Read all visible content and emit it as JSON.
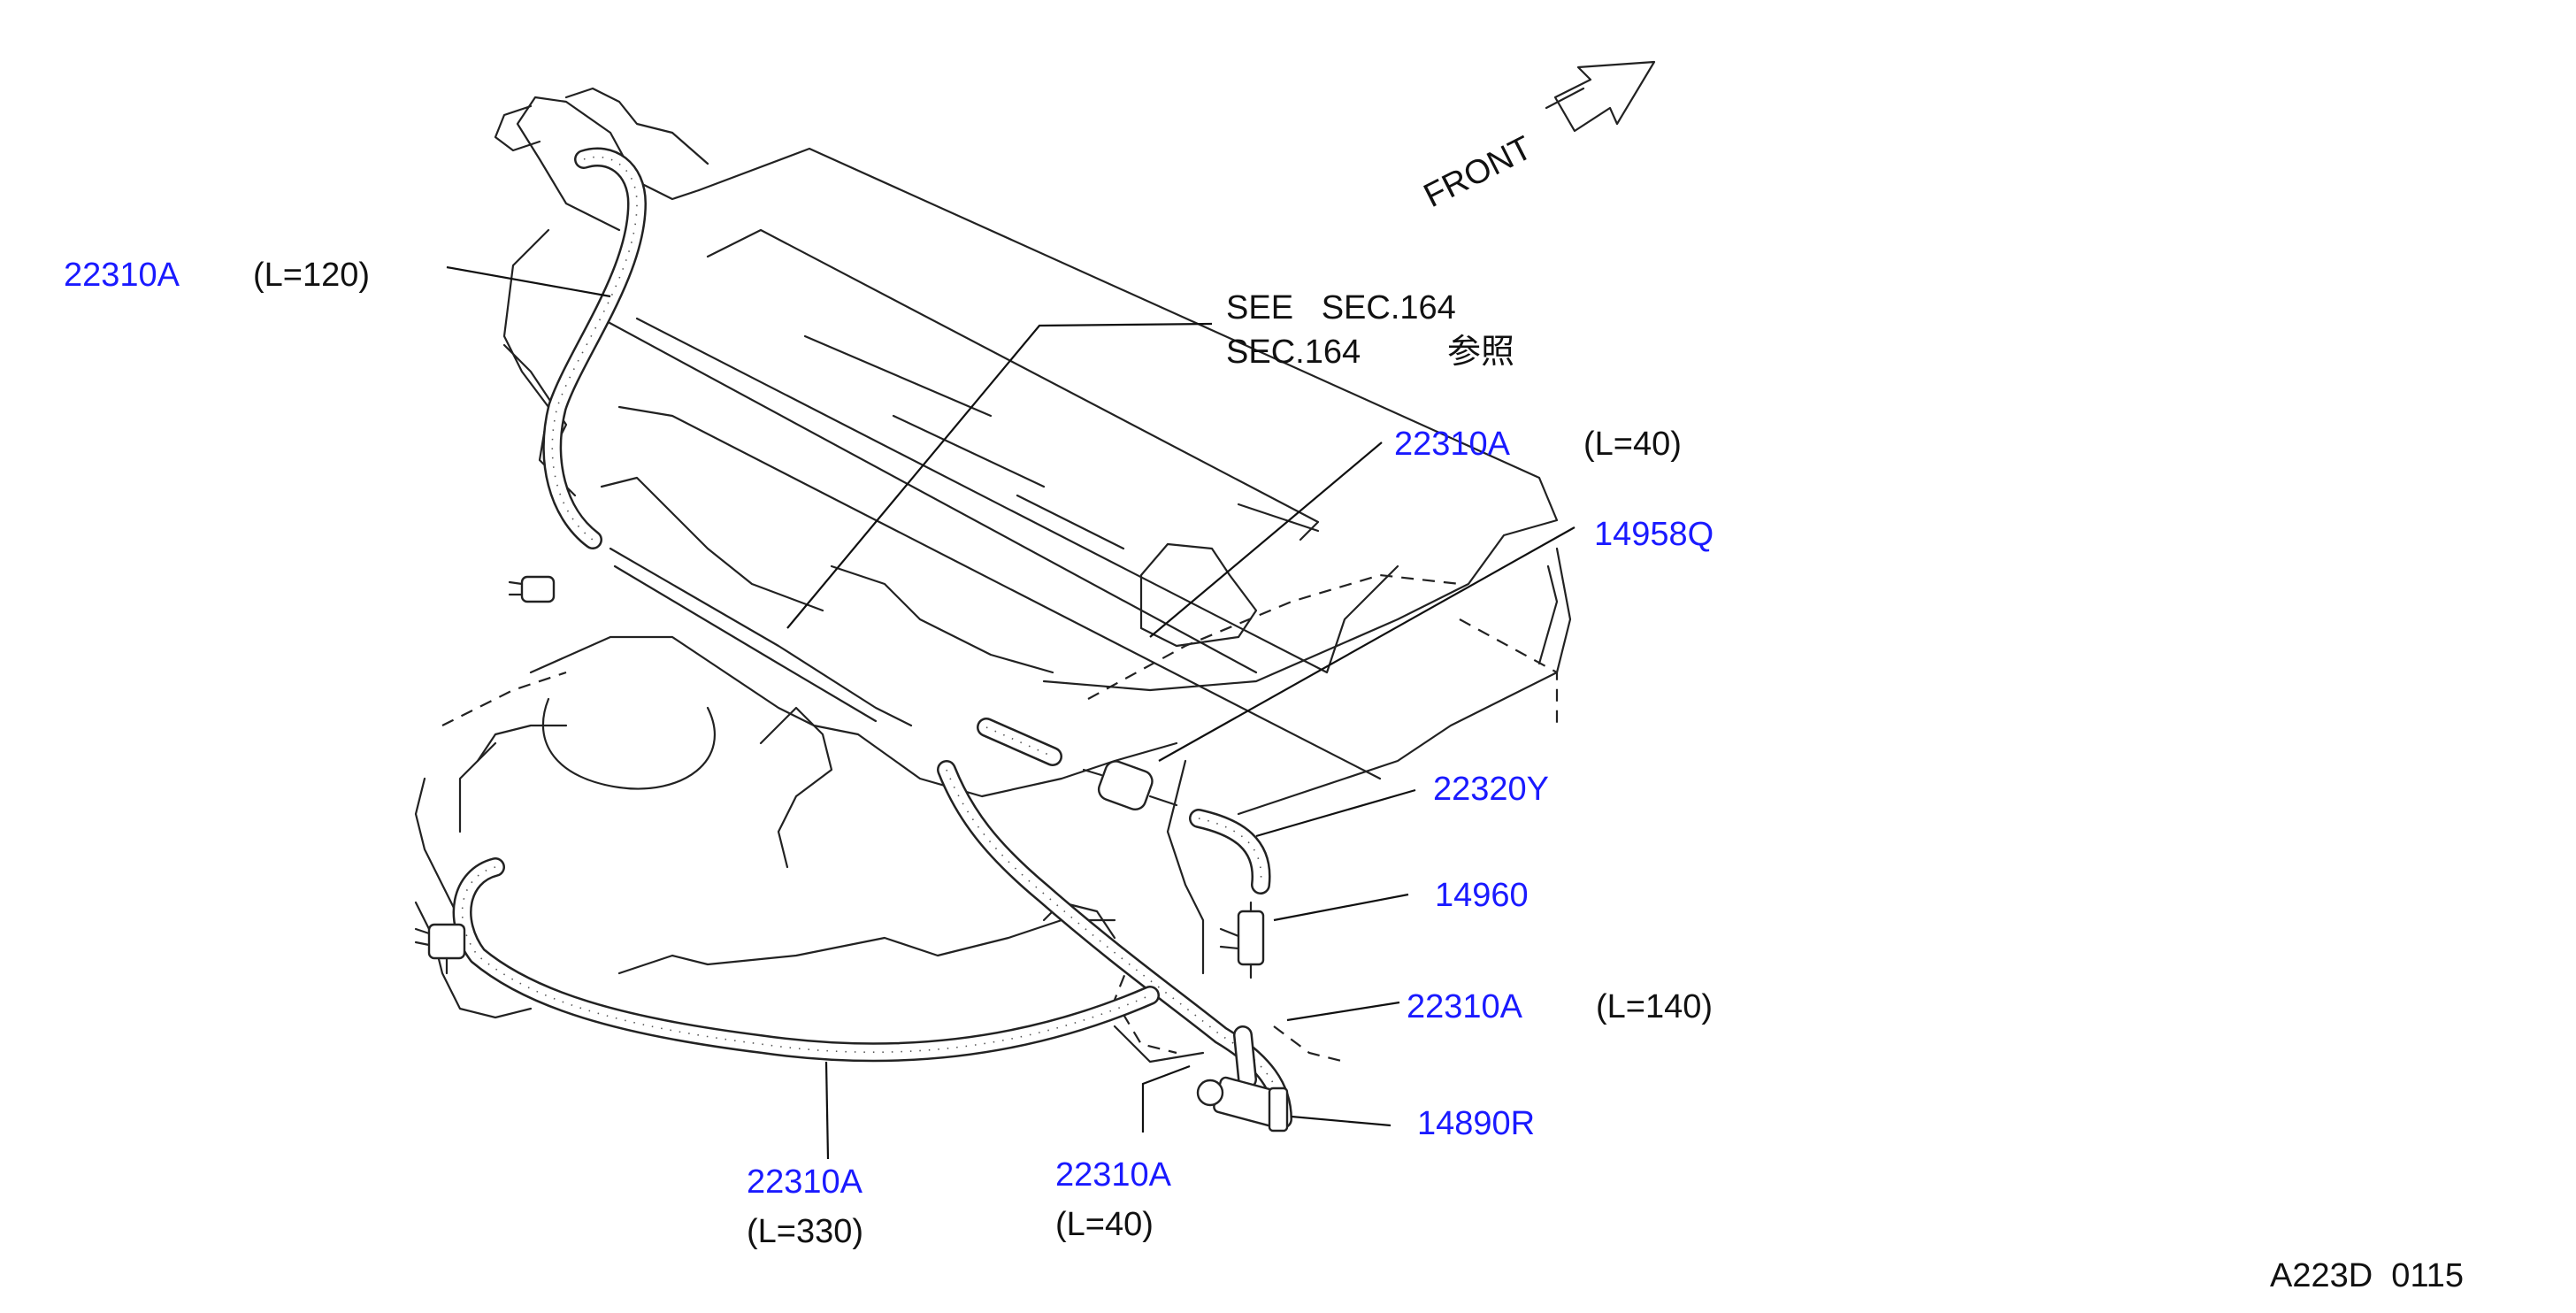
{
  "diagram": {
    "code": "A223D  0115",
    "front_label": "FRONT",
    "see_note": {
      "line1": "SEE   SEC.164",
      "line2_code": "SEC.164",
      "line2_jp": "参照"
    },
    "callouts": [
      {
        "id": "c1",
        "part": "22310A",
        "length": "(L=120)"
      },
      {
        "id": "c2",
        "part": "22310A",
        "length": "(L=40)"
      },
      {
        "id": "c3",
        "part": "14958Q",
        "length": ""
      },
      {
        "id": "c4",
        "part": "22320Y",
        "length": ""
      },
      {
        "id": "c5",
        "part": "14960",
        "length": ""
      },
      {
        "id": "c6",
        "part": "22310A",
        "length": "(L=140)"
      },
      {
        "id": "c7",
        "part": "14890R",
        "length": ""
      },
      {
        "id": "c8",
        "part": "22310A",
        "length": "(L=330)"
      },
      {
        "id": "c9",
        "part": "22310A",
        "length": "(L=40)"
      }
    ],
    "colors": {
      "part_number": "#1a1aff",
      "line_art": "#222222",
      "text": "#111111"
    }
  }
}
